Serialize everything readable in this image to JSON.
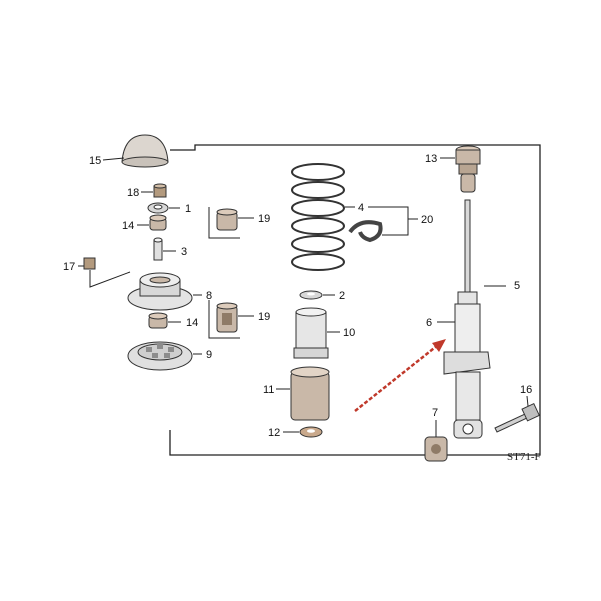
{
  "diagram": {
    "code": "ST71-F",
    "labels": {
      "p1": "1",
      "p2": "2",
      "p3": "3",
      "p4": "4",
      "p5": "5",
      "p6": "6",
      "p7": "7",
      "p8": "8",
      "p9": "9",
      "p10": "10",
      "p11": "11",
      "p12": "12",
      "p13": "13",
      "p14a": "14",
      "p14b": "14",
      "p15": "15",
      "p16": "16",
      "p17": "17",
      "p18": "18",
      "p19a": "19",
      "p19b": "19",
      "p20": "20"
    },
    "colors": {
      "line": "#222222",
      "arrow": "#c0392b",
      "part_fill": "#e9e9e9",
      "rubber_fill": "#c9b8a8",
      "dust_cap_fill": "#dcd6cf"
    }
  }
}
